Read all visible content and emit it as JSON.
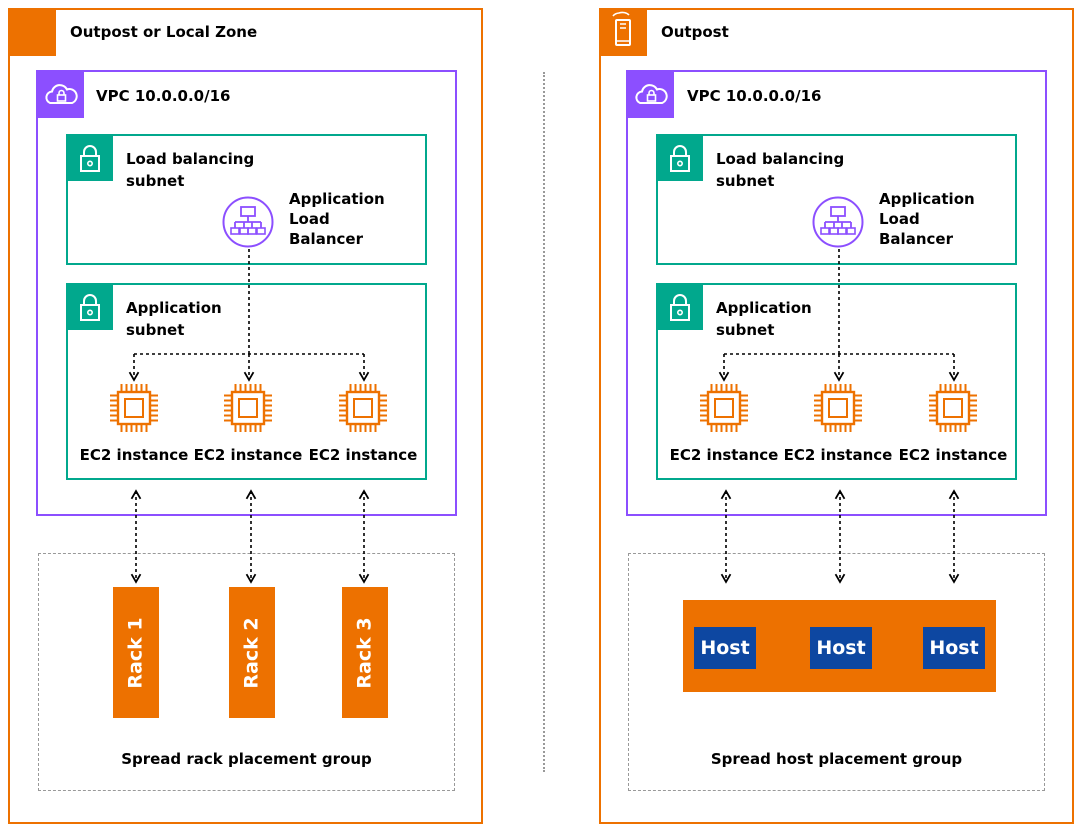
{
  "left": {
    "title": "Outpost or Local Zone",
    "vpc": "VPC 10.0.0.0/16",
    "lb_subnet": [
      "Load balancing",
      "subnet"
    ],
    "alb": [
      "Application",
      "Load",
      "Balancer"
    ],
    "app_subnet": [
      "Application",
      "subnet"
    ],
    "ec2": [
      "EC2 instance",
      "EC2 instance",
      "EC2 instance"
    ],
    "racks": [
      "Rack 1",
      "Rack 2",
      "Rack 3"
    ],
    "group": "Spread rack placement group"
  },
  "right": {
    "title": "Outpost",
    "vpc": "VPC 10.0.0.0/16",
    "lb_subnet": [
      "Load balancing",
      "subnet"
    ],
    "alb": [
      "Application",
      "Load",
      "Balancer"
    ],
    "app_subnet": [
      "Application",
      "subnet"
    ],
    "ec2": [
      "EC2 instance",
      "EC2 instance",
      "EC2 instance"
    ],
    "hosts": [
      "Host",
      "Host",
      "Host"
    ],
    "group": "Spread host placement group"
  },
  "colors": {
    "outpost": "#ED7100",
    "vpc": "#8C4FFF",
    "subnet": "#01A88D",
    "host": "#0D47A1"
  }
}
